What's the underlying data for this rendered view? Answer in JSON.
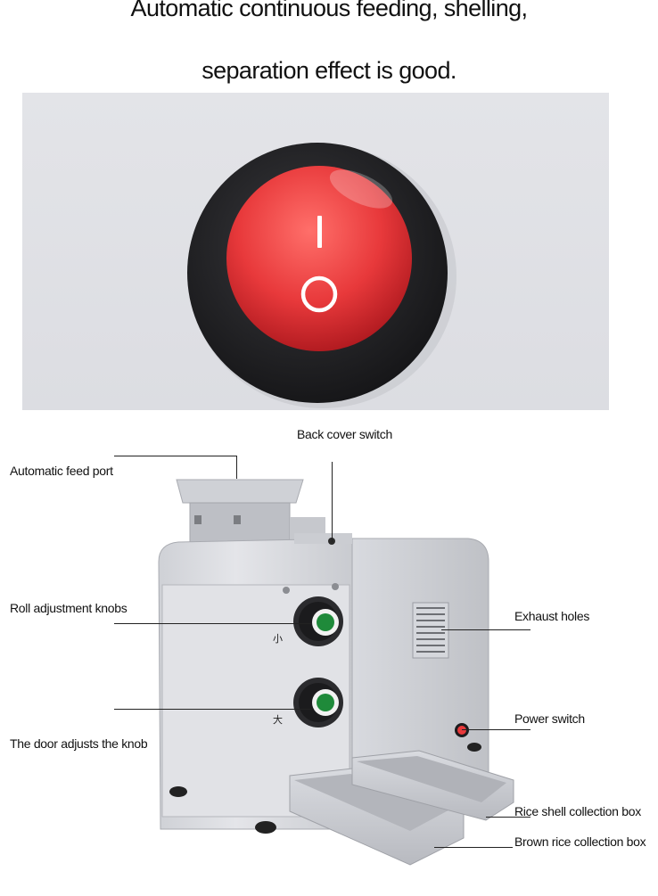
{
  "headline": {
    "line1": "Automatic continuous feeding, shelling,",
    "line2": "separation effect is good."
  },
  "switch_symbols": {
    "on": "I",
    "off": "O"
  },
  "knob_markings": {
    "upper": "小",
    "lower": "大"
  },
  "labels": {
    "back_cover_switch": "Back cover switch",
    "automatic_feed_port": "Automatic feed port",
    "roll_adjustment_knobs": "Roll adjustment knobs",
    "door_adjusts_knob": "The door adjusts the knob",
    "exhaust_holes": "Exhaust holes",
    "power_switch": "Power switch",
    "rice_shell_box": "Rice shell collection box",
    "brown_rice_box": "Brown rice collection box"
  },
  "colors": {
    "switch_red": "#e8393b",
    "switch_bezel": "#1f1f22",
    "machine_body": "#d9dbe0",
    "knob_green": "#1f8a3a"
  }
}
